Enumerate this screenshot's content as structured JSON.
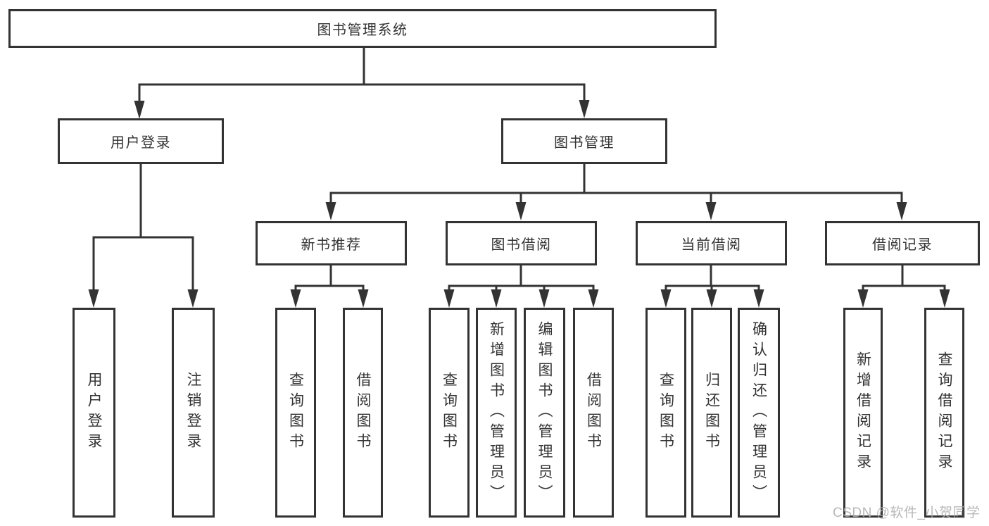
{
  "tree": {
    "root": "图书管理系统",
    "branches": [
      {
        "label": "用户登录",
        "children": [
          "用户登录",
          "注销登录"
        ]
      },
      {
        "label": "图书管理",
        "sections": [
          {
            "label": "新书推荐",
            "children": [
              "查询图书",
              "借阅图书"
            ]
          },
          {
            "label": "图书借阅",
            "children": [
              "查询图书",
              "新增图书（管理员）",
              "编辑图书（管理员）",
              "借阅图书"
            ]
          },
          {
            "label": "当前借阅",
            "children": [
              "查询图书",
              "归还图书",
              "确认归还（管理员）"
            ]
          },
          {
            "label": "借阅记录",
            "children": [
              "新增借阅记录",
              "查询借阅记录"
            ]
          }
        ]
      }
    ]
  },
  "watermark": {
    "text": "CSDN @软件_小贺同学"
  },
  "colors": {
    "line": "#333333",
    "box_border": "#333333",
    "text": "#333333",
    "background": "#ffffff",
    "watermark": "#acacac"
  }
}
